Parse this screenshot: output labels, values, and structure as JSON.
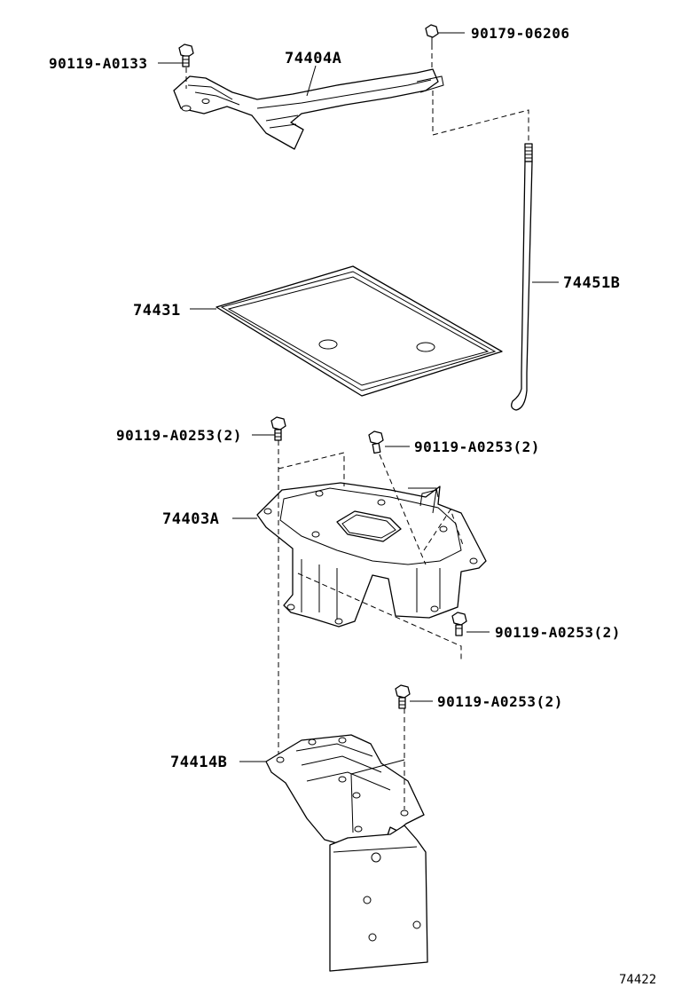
{
  "labels": {
    "bolt_top_left": "90119-A0133",
    "nut_top_right": "90179-06206",
    "clamp": "74404A",
    "tray": "74431",
    "rod": "74451B",
    "bolt_carrier_left": "90119-A0253(2)",
    "bolt_carrier_right": "90119-A0253(2)",
    "carrier": "74403A",
    "bolt_carrier_lower": "90119-A0253(2)",
    "bolt_bracket": "90119-A0253(2)",
    "bracket": "74414B"
  },
  "figure_ref": "74422"
}
